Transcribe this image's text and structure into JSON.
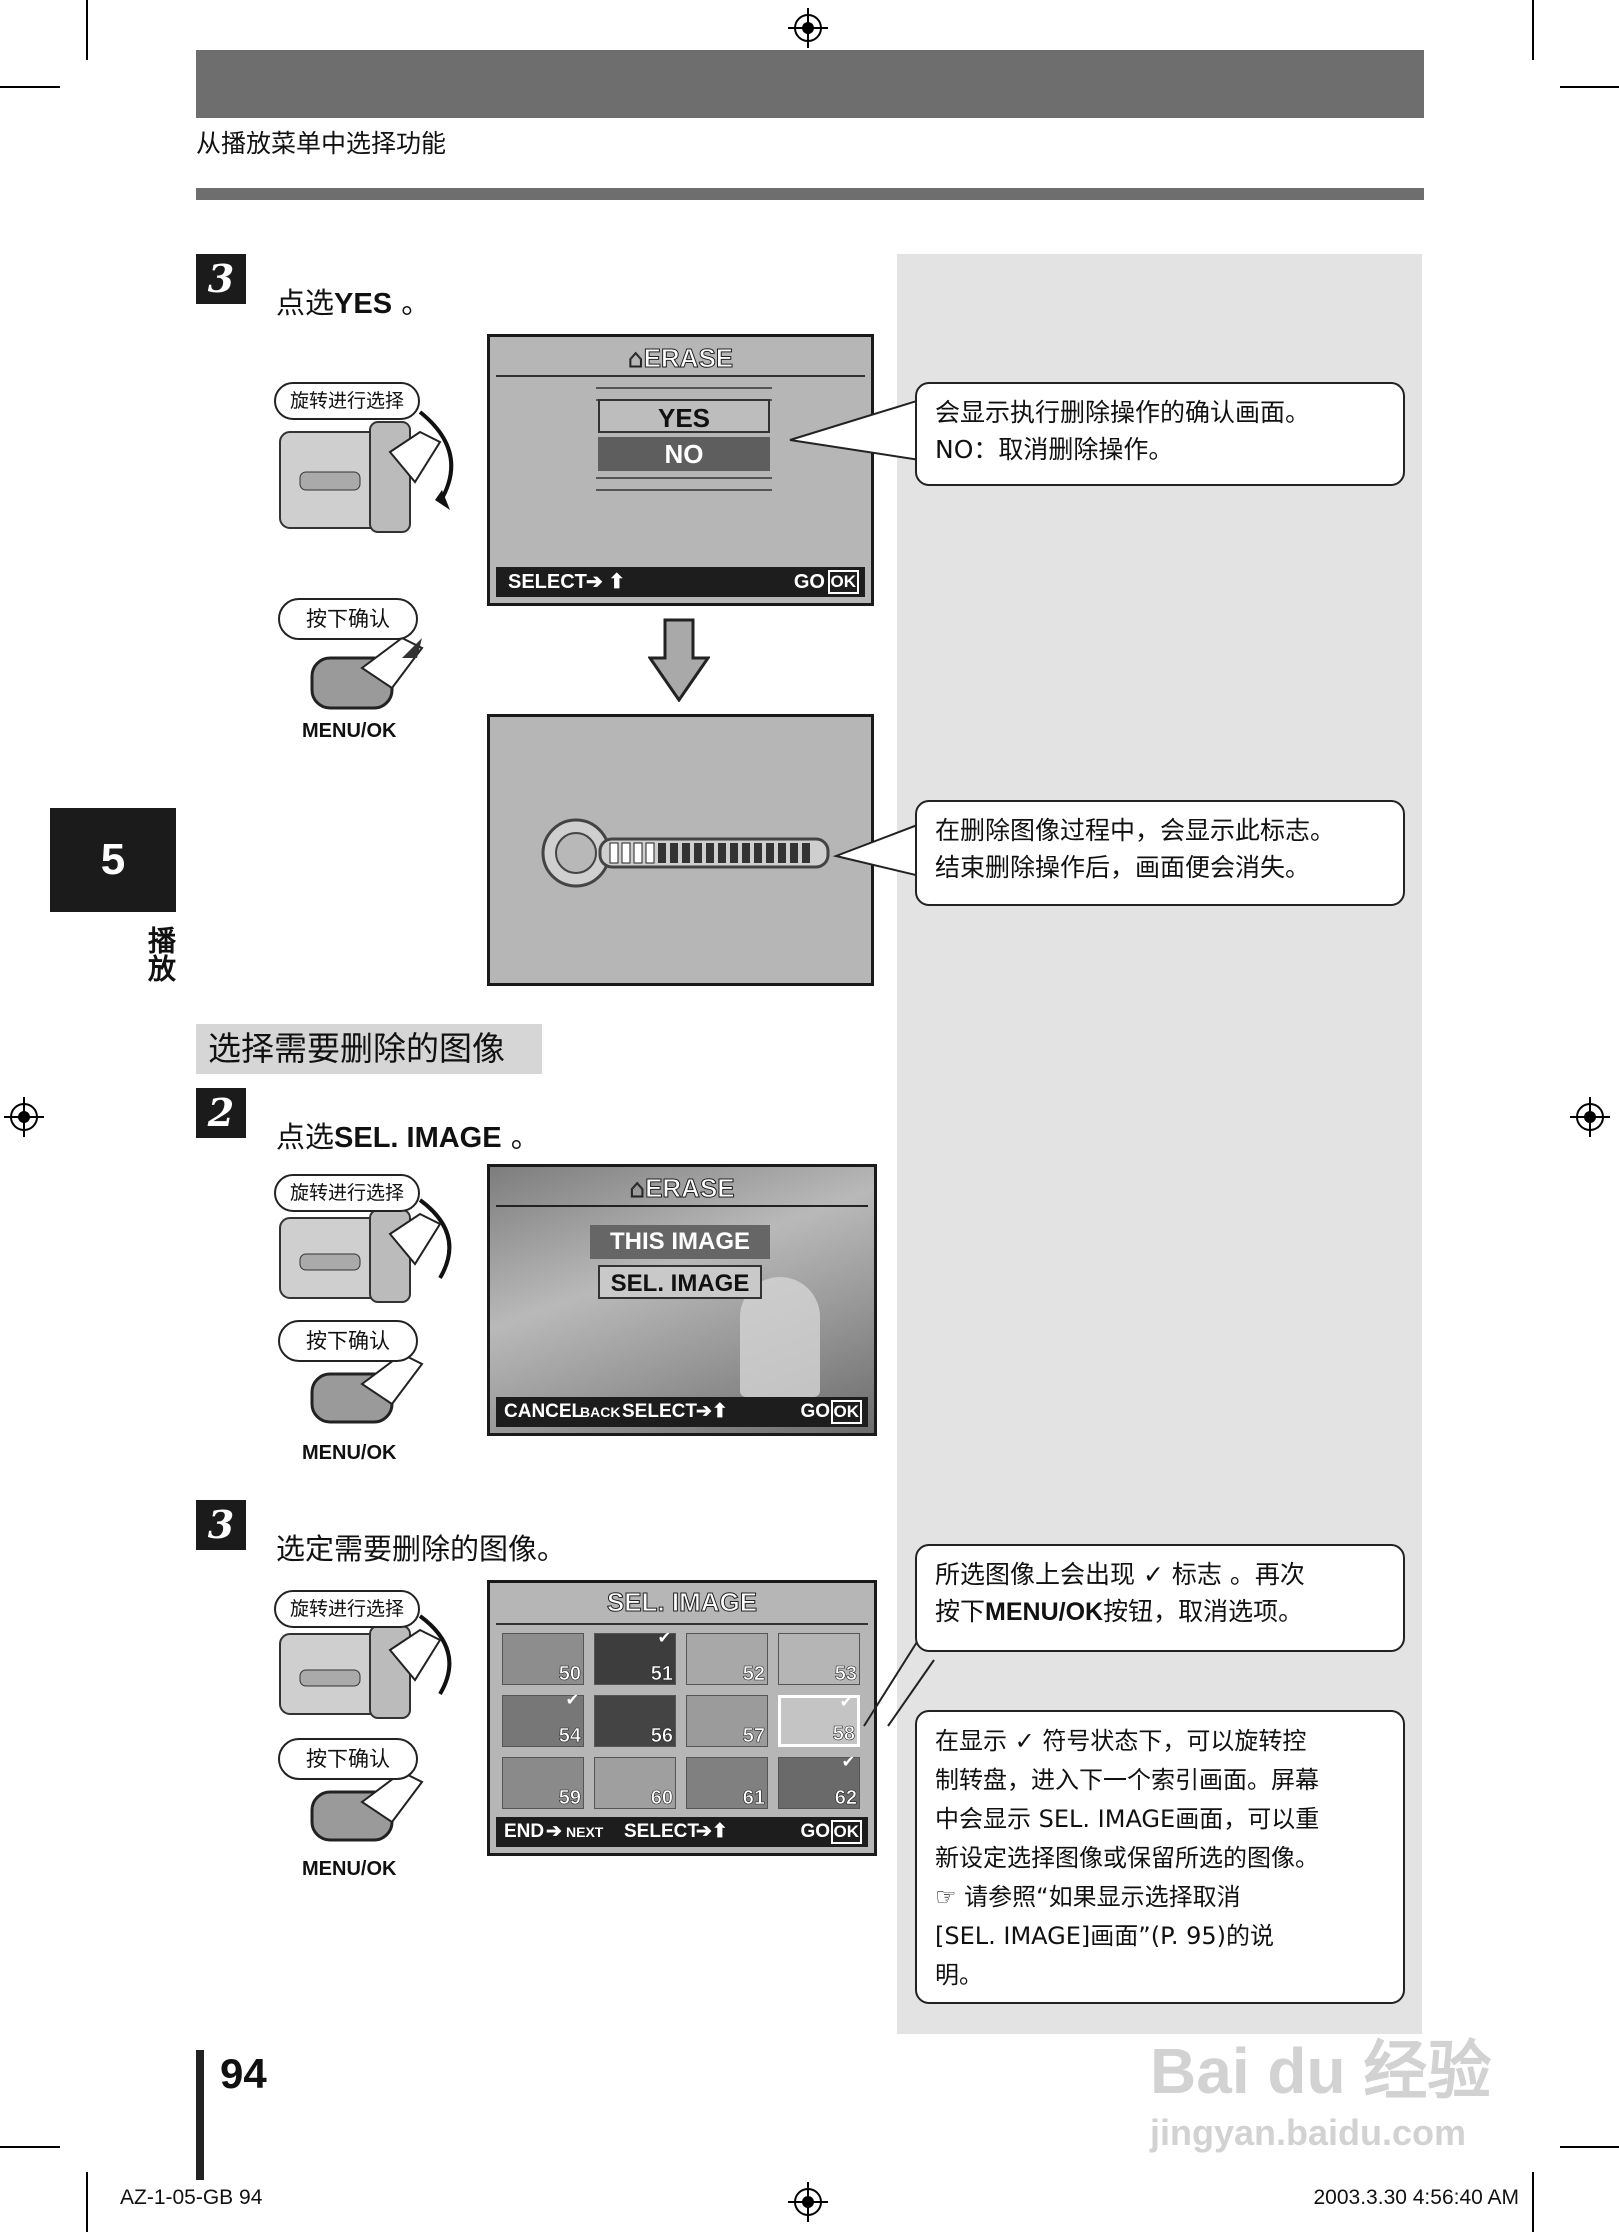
{
  "header": {
    "title": "从播放菜单中选择功能"
  },
  "chapter": {
    "number": "5",
    "title": "播放"
  },
  "section": {
    "heading": "选择需要删除的图像"
  },
  "controls": {
    "rotate_label": "旋转进行选择",
    "press_label": "按下确认",
    "button_name": "MENU/OK"
  },
  "step_a": {
    "number": "3",
    "text_prefix": "点选",
    "text_bold": "YES",
    "text_suffix": " 。",
    "screen1": {
      "title": "ERASE",
      "yes": "YES",
      "no": "NO",
      "select": "SELECT",
      "go": "GO",
      "ok": "OK"
    },
    "callout1": {
      "line1": "会显示执行删除操作的确认画面。",
      "line2": "NO：取消删除操作。"
    },
    "callout2": {
      "line1": "在删除图像过程中，会显示此标志。",
      "line2": "结束删除操作后，画面便会消失。"
    }
  },
  "step_b": {
    "number": "2",
    "text_prefix": "点选",
    "text_bold": "SEL. IMAGE",
    "text_suffix": " 。",
    "screen": {
      "title": "ERASE",
      "option1": "THIS IMAGE",
      "option2": "SEL. IMAGE",
      "cancel": "CANCEL",
      "back": "BACK",
      "select": "SELECT",
      "go": "GO",
      "ok": "OK"
    }
  },
  "step_c": {
    "number": "3",
    "text": "选定需要删除的图像。",
    "screen": {
      "title": "SEL. IMAGE",
      "end": "END",
      "next": "NEXT",
      "select": "SELECT",
      "go": "GO",
      "ok": "OK",
      "thumbs": [
        "50",
        "51",
        "52",
        "53",
        "54",
        "56",
        "57",
        "58",
        "59",
        "60",
        "61",
        "62"
      ]
    },
    "callout1": {
      "part1": "所选图像上会出现",
      "part2": "标志 。再次",
      "line2_bold": "MENU/OK",
      "line2_pre": "按下",
      "line2_post": "按钮，取消选项。"
    },
    "callout2": {
      "part1": "在显示",
      "part2": "符号状态下，可以旋转控",
      "line2": "制转盘，进入下一个索引画面。屏幕",
      "line3": "中会显示 SEL. IMAGE画面，可以重",
      "line4": "新设定选择图像或保留所选的图像。",
      "line5": "请参照“如果显示选择取消",
      "line6": "[SEL. IMAGE]画面”(P. 95)的说",
      "line7": "明。"
    }
  },
  "page_number": "94",
  "footer": {
    "left": "AZ-1-05-GB   94",
    "right": "2003.3.30   4:56:40 AM"
  },
  "watermark": {
    "brand": "Bai du 经验",
    "url": "jingyan.baidu.com"
  }
}
